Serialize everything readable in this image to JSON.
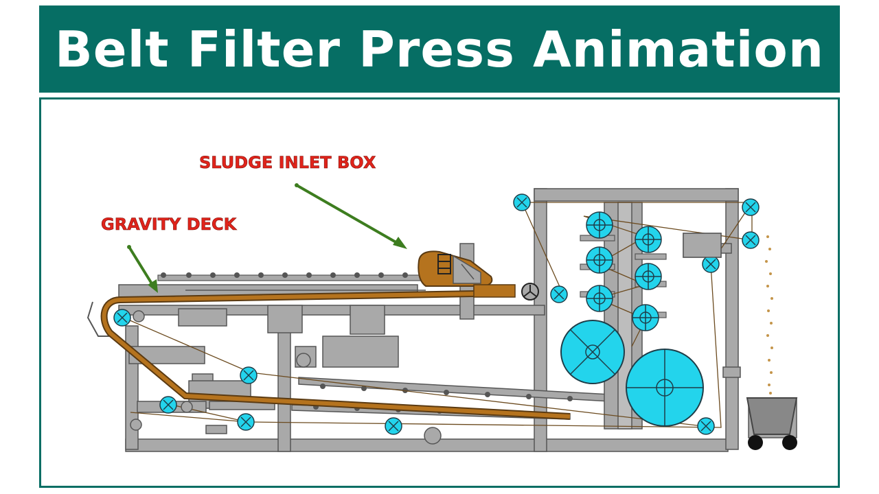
{
  "header": {
    "title": "Belt Filter Press Animation"
  },
  "labels": {
    "sludge_inlet_box": "SLUDGE INLET BOX",
    "gravity_deck": "GRAVITY DECK"
  },
  "colors": {
    "brand": "#066e64",
    "label": "#e0241b",
    "arrow": "#3d7d1f",
    "frame": "#a9a9a9",
    "roller": "#23d4ec",
    "belt": "#b5731e"
  }
}
